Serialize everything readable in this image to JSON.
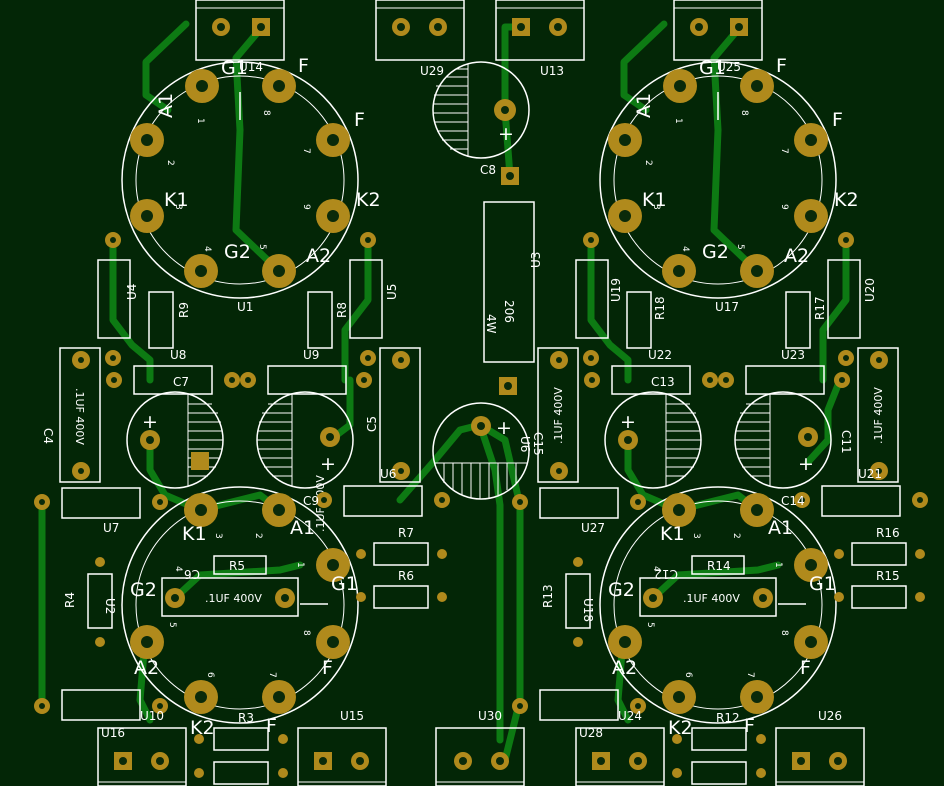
{
  "board": {
    "background": "#032606",
    "trace_color": "#0d7a13",
    "pad_color": "#b08a1c",
    "silk_color": "#ffffff"
  },
  "labels": {
    "U14": "U14",
    "U25": "U25",
    "U29": "U29",
    "U13": "U13",
    "U1": "U1",
    "U17": "U17",
    "U3": "U3",
    "C8": "C8",
    "U4": "U4",
    "R9": "R9",
    "U8": "U8",
    "R8": "R8",
    "U5": "U5",
    "U9": "U9",
    "U19": "U19",
    "R18": "R18",
    "U22": "U22",
    "R17": "R17",
    "U20": "U20",
    "U23": "U23",
    "C7": "C7",
    "C13": "C13",
    "C4": "C4",
    "C5": "C5",
    "C15": "C15",
    "C11": "C11",
    "U6": "U6",
    "U7": "U7",
    "C9": "C9",
    "U27": "U27",
    "C14": "C14",
    "U21": "U21",
    "R7": "R7",
    "R6": "R6",
    "R5": "R5",
    "R4": "R4",
    "U2": "U2",
    "R16": "R16",
    "R15": "R15",
    "R14": "R14",
    "R13": "R13",
    "U18": "U18",
    "C6": "C6",
    "C12": "C12",
    "U16": "U16",
    "U10": "U10",
    "R3": "R3",
    "U15": "U15",
    "U30": "U30",
    "U28": "U28",
    "U24": "U24",
    "R12": "R12",
    "U26": "U26",
    "resistor_value": "206",
    "resistor_power": "4W",
    "cap_value": ".1UF 400V"
  },
  "tube_pins": {
    "G1": "G1",
    "F": "F",
    "A1": "A1",
    "K1": "K1",
    "K2": "K2",
    "G2": "G2",
    "A2": "A2"
  },
  "pin_numbers": [
    "1",
    "2",
    "3",
    "4",
    "5",
    "6",
    "7",
    "8",
    "9"
  ],
  "polarity": "+"
}
